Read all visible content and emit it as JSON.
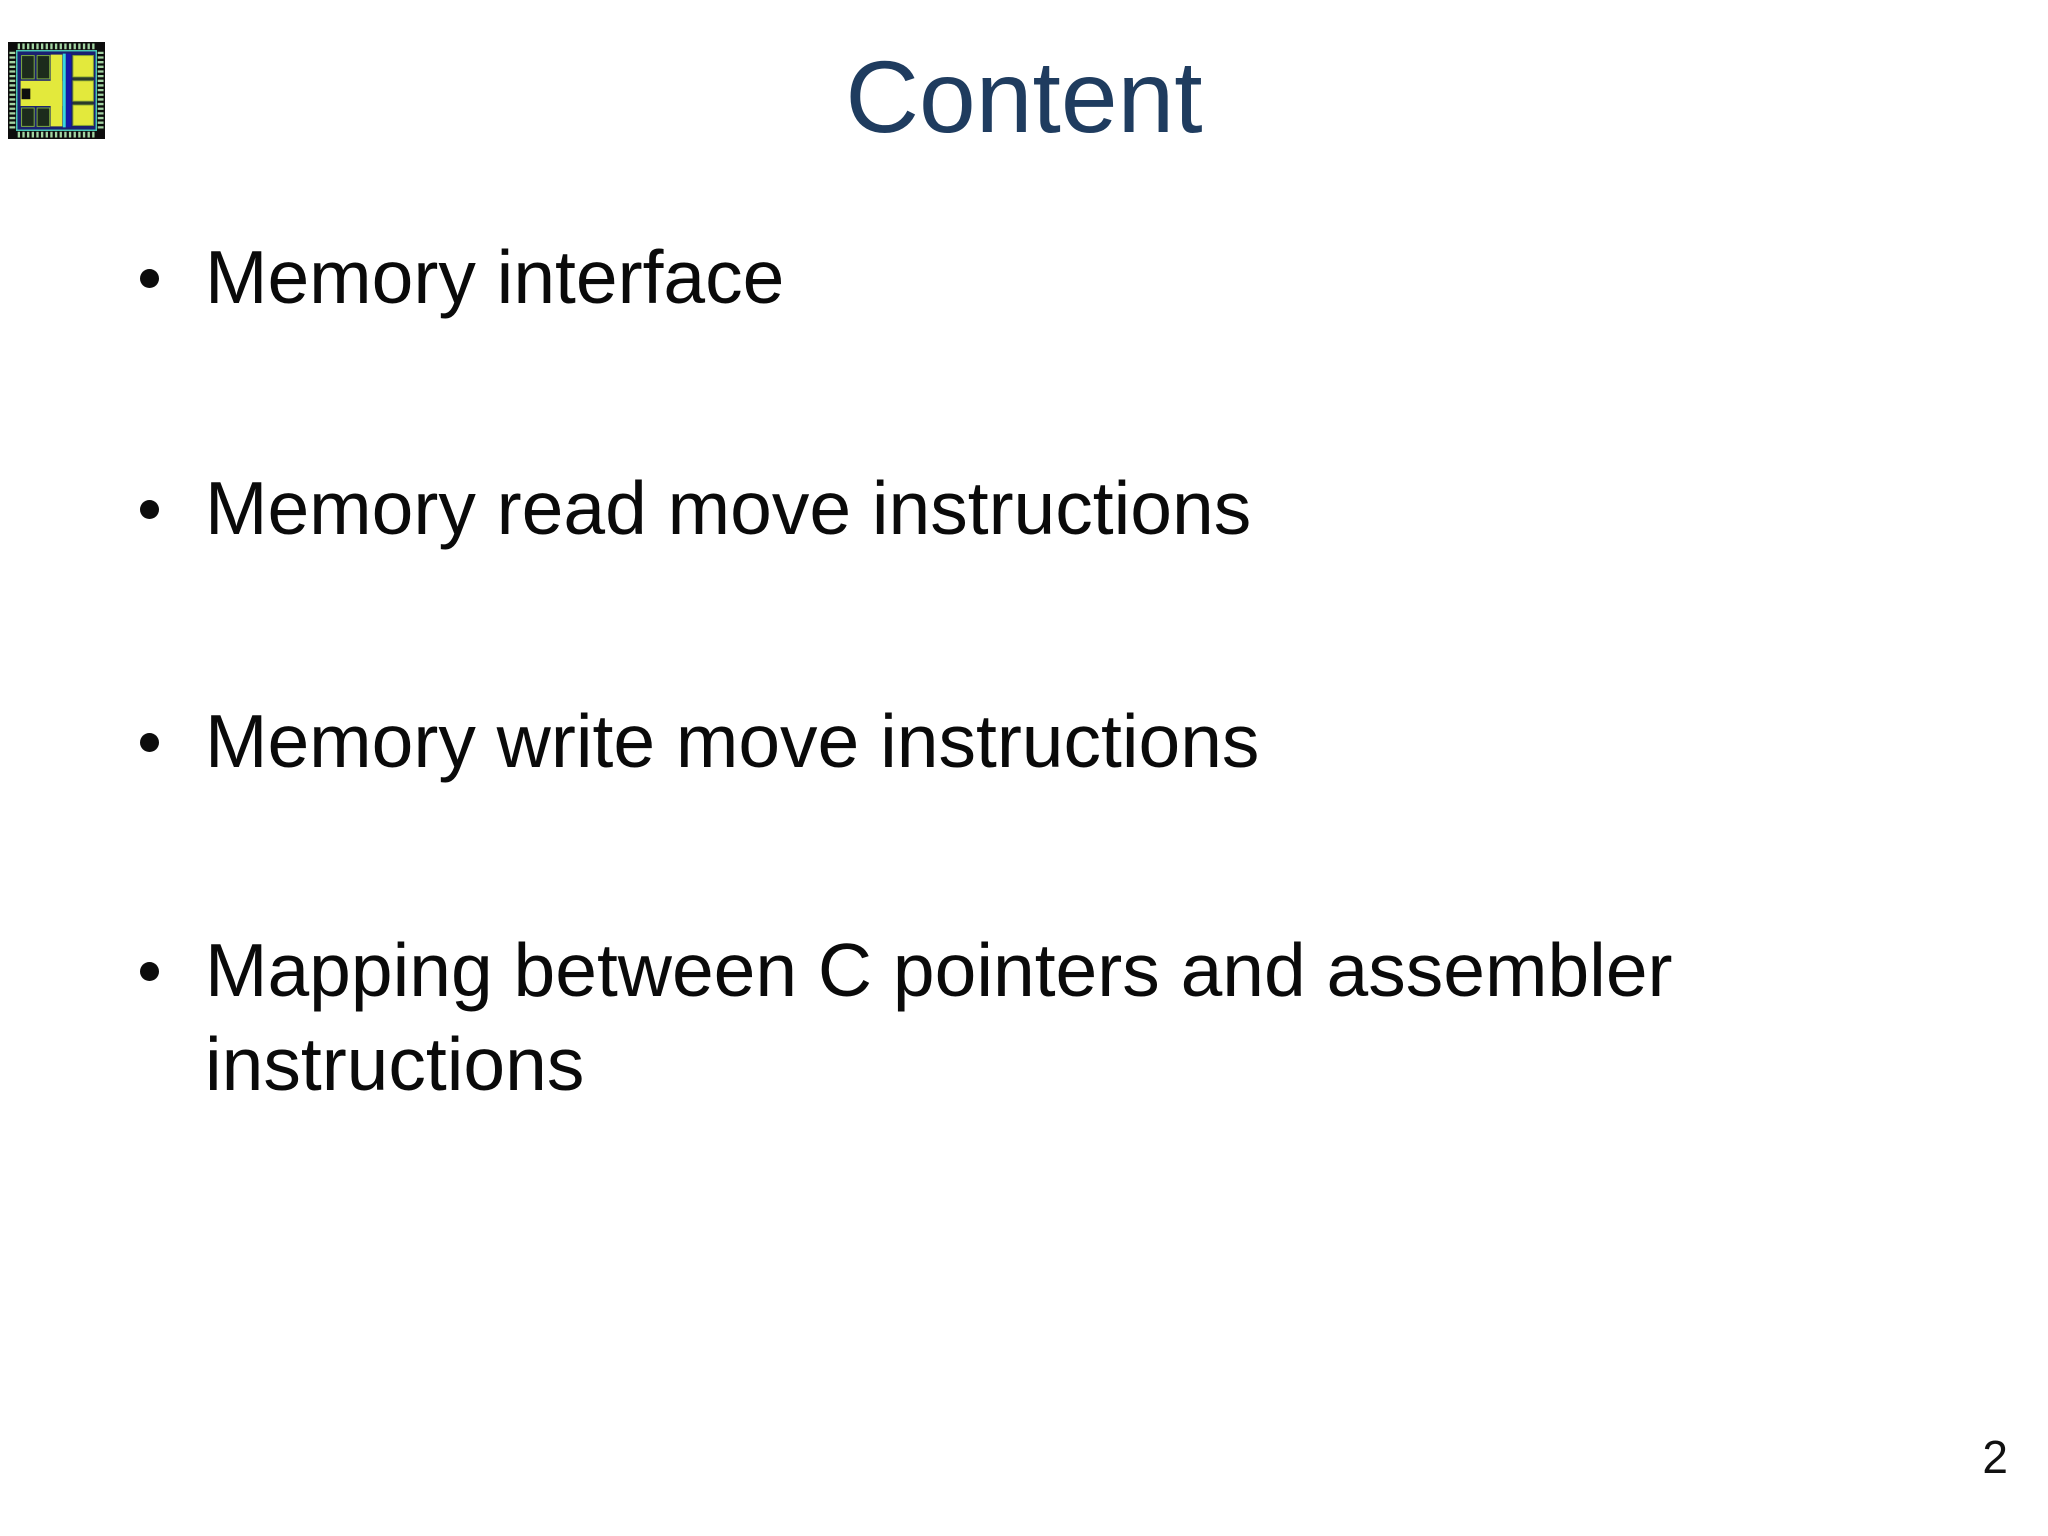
{
  "slide": {
    "title": "Content",
    "bullets": [
      "Memory interface",
      "Memory read move instructions",
      "Memory write move instructions",
      "Mapping between C pointers and assembler instructions"
    ],
    "page_number": "2",
    "logo": {
      "name": "microchip-die-photo",
      "colors": {
        "frame": "#0d0d0d",
        "pins": "#a3d4a3",
        "substrate": "#1b2070",
        "die_blocks": "#e3e93c",
        "memory_blocks": "#1c2b1c",
        "bus_stripe_cyan": "#35d6e0",
        "bus_stripe_navy": "#1418a8"
      }
    },
    "colors": {
      "background": "#ffffff",
      "title_text": "#1f3c5f",
      "body_text": "#0a0a0a"
    }
  }
}
